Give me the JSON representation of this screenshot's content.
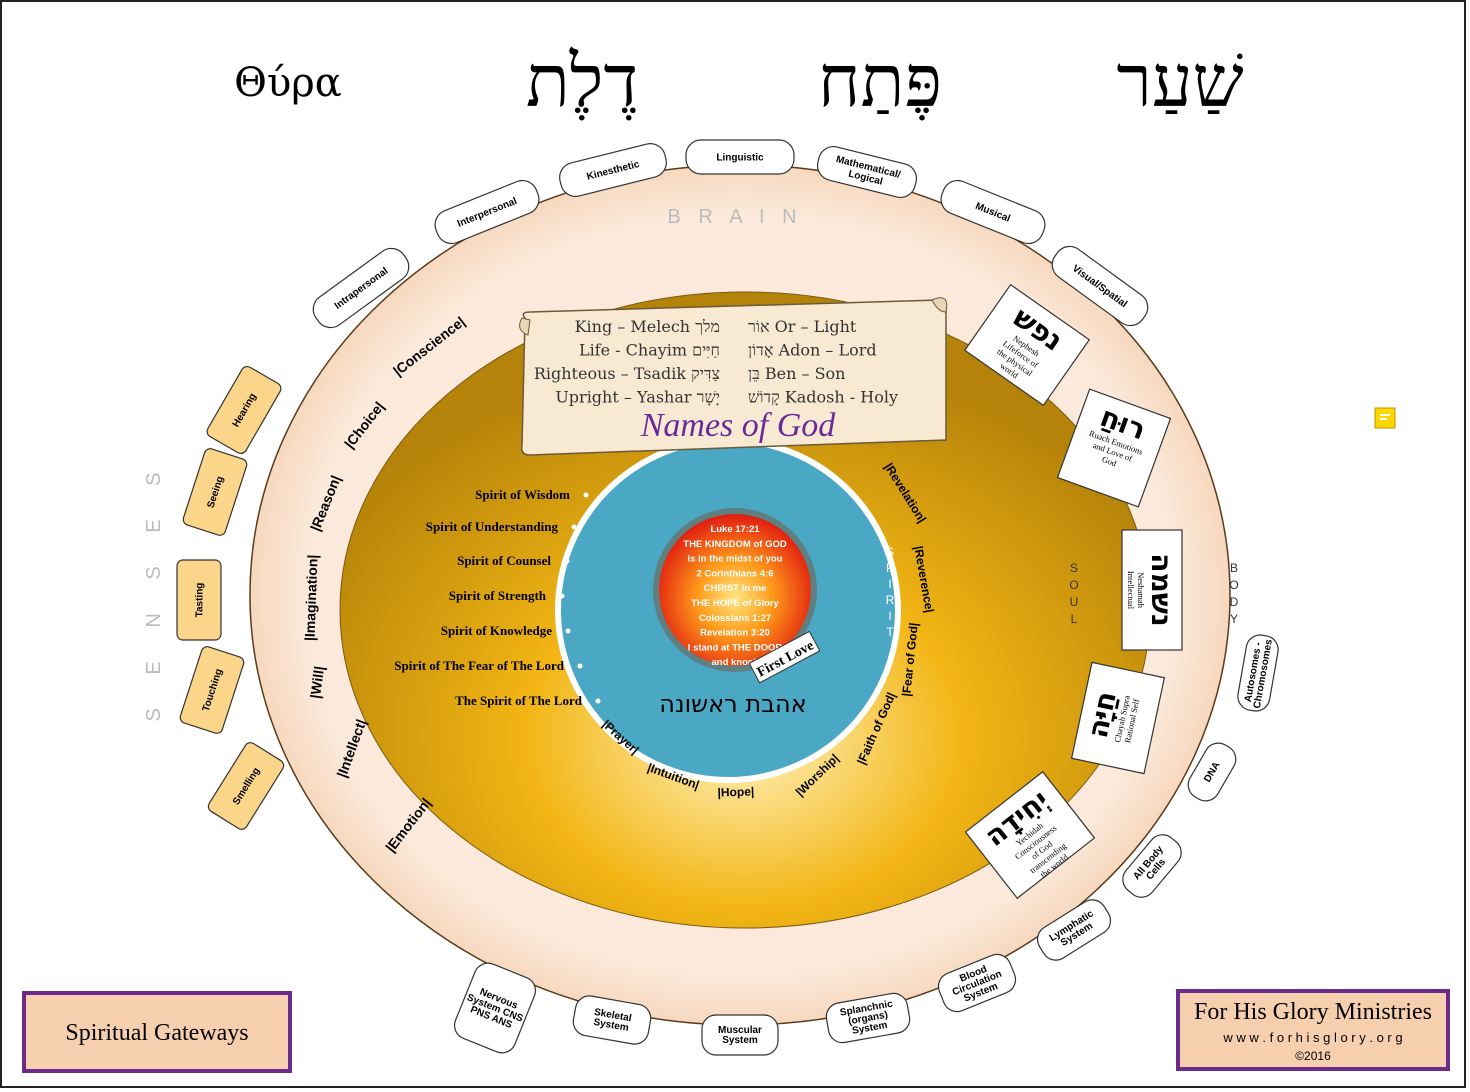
{
  "titles": {
    "greek": "Θύρα",
    "hebrew_delet": "דֶלֶת",
    "hebrew_petach": "פֶּתַח",
    "hebrew_shaar": "שַׁעַר"
  },
  "brain": {
    "label": "B R A I N"
  },
  "senses": {
    "label": "S E N S E S",
    "items": [
      "Hearing",
      "Seeing",
      "Tasting",
      "Touching",
      "Smelling"
    ]
  },
  "intelligences": [
    "Intrapersonal",
    "Interpersonal",
    "Kinesthetic",
    "Linguistic",
    "Mathematical/ Logical",
    "Musical",
    "Visual/Spatial"
  ],
  "body": {
    "label": "B O D Y",
    "items": [
      "Autosomes - Chromosomes",
      "DNA",
      "All Body Cells",
      "Lymphatic System",
      "Blood Circulation System",
      "Splanchnic (organs) System",
      "Muscular System",
      "Skeletal System",
      "Nervous System CNS PNS ANS"
    ]
  },
  "soul": {
    "label": "S O U L",
    "faculties": [
      "|Conscience|",
      "|Choice|",
      "|Reason|",
      "|Imagination|",
      "|Will|",
      "|Intellect|",
      "|Emotion|"
    ]
  },
  "spirit": {
    "label": "S P I R I T",
    "faculties": [
      "|Revelation|",
      "|Reverence|",
      "|Fear of God|",
      "|Faith of God|",
      "|Worship|",
      "|Hope|",
      "|Intuition|",
      "|Prayer|"
    ],
    "spirits": [
      "Spirit of Wisdom",
      "Spirit of Understanding",
      "Spirit of Counsel",
      "Spirit of Strength",
      "Spirit of Knowledge",
      "Spirit of The Fear of The Lord",
      "The Spirit of The Lord"
    ]
  },
  "soul_levels": [
    {
      "hebrew": "נפש",
      "text": "Nephesh Lifeforce of the physical world"
    },
    {
      "hebrew": "רוּחַ",
      "text": "Ruach Emotions and Love of God"
    },
    {
      "hebrew": "נשמה",
      "text": "Neshamah Intellectual"
    },
    {
      "hebrew": "חַיָּה",
      "text": "Chayah Supra Rational Self"
    },
    {
      "hebrew": "יְחִידָה",
      "text": "Yechidah Consciousness of God transcending the world"
    }
  ],
  "names_of_god": {
    "title": "Names of God",
    "rows": [
      {
        "left": "King – Melech מלך",
        "right": "אוֹר Or – Light"
      },
      {
        "left": "Life - Chayim חַיִּים",
        "right": "אָדוֹן Adon – Lord"
      },
      {
        "left": "Righteous – Tsadik צַדִּיק",
        "right": "בֵּן Ben – Son"
      },
      {
        "left": "Upright – Yashar יָשָׁר",
        "right": "קָדוֹשׁ Kadosh - Holy"
      }
    ]
  },
  "core": {
    "lines": [
      "Luke 17:21",
      "THE KINGDOM of GOD",
      "is in the midst of you",
      "2 Corinthians 4:6",
      "CHRIST in me",
      "THE HOPE of Glory",
      "Colossians 1:27",
      "Revelation 3:20",
      "I stand at THE DOOR",
      "and knock"
    ],
    "first_love": "First Love",
    "hebrew": "אהבת ראשונה"
  },
  "footer": {
    "left": "Spiritual Gateways",
    "org": "For His Glory Ministries",
    "url": "w w w . f o r h i s g l o r y . o r g",
    "year": "©2016"
  },
  "colors": {
    "outer_ring": "#f7d9c3",
    "gold": "#e0a11a",
    "spirit": "#4ba8c4",
    "core_red": "#e8341c",
    "tab": "#fbd58a",
    "footer_bg": "#f6cfae",
    "footer_border": "#6b2a8c",
    "names_title": "#6a2a9a"
  }
}
